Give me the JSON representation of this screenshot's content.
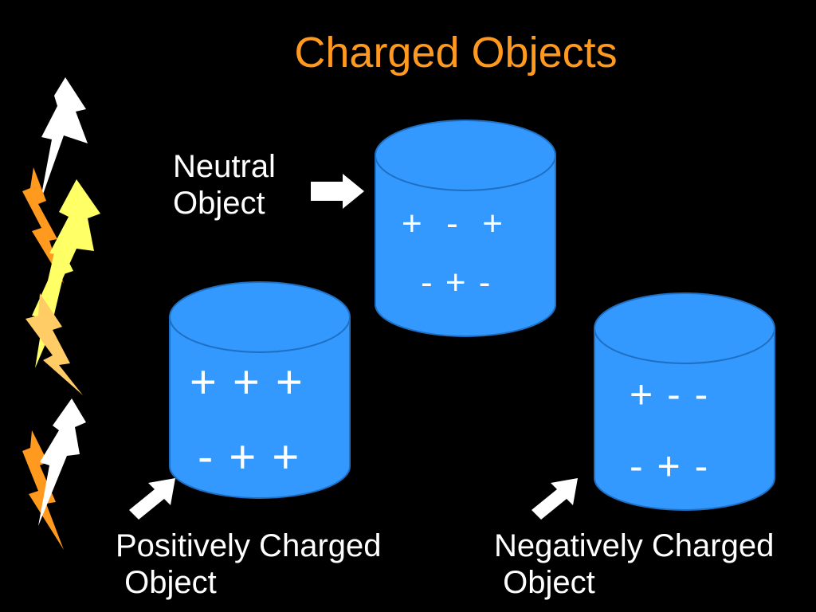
{
  "title": "Charged Objects",
  "colors": {
    "background": "#000000",
    "title": "#ff9a1f",
    "cylinder_fill": "#3399ff",
    "cylinder_stroke": "#1f6fc2",
    "text": "#ffffff",
    "bolt_white": "#ffffff",
    "bolt_orange": "#ff9a1f",
    "bolt_yellow": "#ffff66",
    "bolt_peach": "#ffcc66"
  },
  "neutral": {
    "label_line1": "Neutral",
    "label_line2": "Object",
    "row1": "+  -  +",
    "row2": "- + -"
  },
  "positive": {
    "label_line1": "Positively Charged",
    "label_line2": " Object",
    "row1": "+ + +",
    "row2": "- + +"
  },
  "negative": {
    "label_line1": "Negatively Charged",
    "label_line2": " Object",
    "row1": "+ - -",
    "row2": "- + -"
  },
  "icons": {
    "lightning": "lightning-bolt-icon",
    "arrow": "arrow-icon"
  }
}
